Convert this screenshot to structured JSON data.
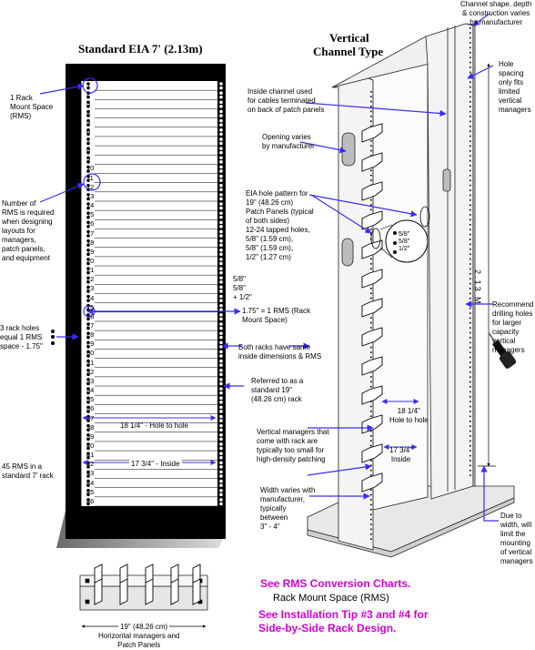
{
  "left_title": "Standard EIA 7' (2.13m)",
  "right_title_1": "Vertical",
  "right_title_2": "Channel Type",
  "rms_numbers": [
    "1",
    "2",
    "3",
    "4",
    "5",
    "6",
    "7",
    "8",
    "9",
    "10",
    "11",
    "12",
    "13",
    "14",
    "15",
    "16",
    "17",
    "18",
    "19",
    "20",
    "21",
    "22",
    "23",
    "24",
    "25",
    "26",
    "27",
    "28",
    "29",
    "30",
    "31",
    "32",
    "33",
    "34",
    "35",
    "36",
    "37",
    "38",
    "39",
    "40",
    "41",
    "42",
    "43",
    "44",
    "45",
    "46"
  ],
  "labels": {
    "rack_mount_space": "1 Rack\nMount Space\n(RMS)",
    "number_of_rms": "Number of\nRMS is required\nwhen designing\nlayouts for\nmanagers,\npatch panels,\nand equipment",
    "three_holes": "3 rack holes\nequal 1 RMS\nspace - 1.75\"",
    "rms_total": "45 RMS in a\nstandard 7' rack",
    "width_hole_to_hole": "18 1/4\" - Hole to hole",
    "width_inside": "17 3/4\" - Inside",
    "inches_stack": "5/8\"\n5/8\"\n+ 1/2\"",
    "rms_equation": "1.75\" = 1 RMS (Rack\nMount Space)",
    "same_dimensions": "Both racks have same\ninside dimensions & RMS",
    "standard_19": "Referred to as a\nstandard 19\"\n(48.26 cm) rack",
    "inside_channel": "Inside channel used\nfor cables terminated\non back of patch panels",
    "opening_varies": "Opening varies\nby manufacturer",
    "eia_hole_pattern": "EIA hole pattern for\n19\" (48.26 cm)\nPatch Panels (typical\nof both sides)\n12-24 tapped holes,\n5/8\" (1.59 cm),\n5/8\" (1.59 cm),\n1/2\" (1.27 cm)",
    "circle_dims": "5/8\"\n5/8\"\n1/2\"",
    "channel_shape": "Channel shape, depth\n& construction varies\nby manufacturer",
    "hole_spacing": "Hole\nspacing\nonly fits\nlimited\nvertical\nmanagers",
    "height_label": "2.13 M",
    "recommend_drilling": "Recommend\ndrilling holes\nfor larger\ncapacity\nvertical\nmanagers",
    "right_hole_to_hole": "18 1/4\"\nHole to hole",
    "right_inside": "17 3/4\"\nInside",
    "vertical_managers": "Vertical managers that\ncome with rack are\ntypically too small for\nhigh-density patching",
    "width_varies": "Width varies with\nmanufacturer,\ntypically\nbetween\n3\" - 4\"",
    "due_to_width": "Due to\nwidth, will\nlimit the\nmounting\nof vertical\nmanagers",
    "horizontal_width": "19\" (48.26 cm)",
    "horizontal_caption": "Horizontal managers and\nPatch Panels",
    "see_rms": "See RMS Conversion Charts.",
    "rms_full": "Rack Mount Space (RMS)",
    "see_install": "See Installation Tip #3 and #4 for",
    "side_by_side": "Side-by-Side Rack Design."
  },
  "colors": {
    "arrow": "#3a2cf0",
    "highlight_text": "#d400d4",
    "rack_black": "#000000",
    "rack_shadow": "#a8a8a8",
    "channel_fill": "#f4f4f4"
  }
}
